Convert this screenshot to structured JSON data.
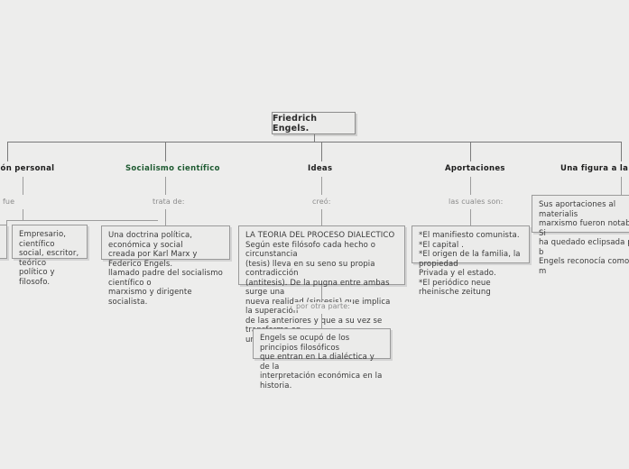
{
  "map": {
    "root": {
      "label": "Friedrich Engels."
    },
    "accent_green": "#1f5b32",
    "accent_dark": "#1c1c1c",
    "line_color": "#7a7a7a",
    "background": "#ededec",
    "box_fill": "#ebebea",
    "branches": [
      {
        "id": "informacion-personal",
        "title": "ción personal",
        "title_color": "dark",
        "relation": "fue",
        "body": "Empresario, científico\nsocial, escritor, teórico\npolítico y filosofo."
      },
      {
        "id": "socialismo-cientifico",
        "title": "Socialismo científico",
        "title_color": "green",
        "relation": "trata de:",
        "body": "Una doctrina política, económica y social\ncreada por Karl Marx y Federico Engels.\nllamado padre del socialismo científico o\nmarxismo y dirigente socialista."
      },
      {
        "id": "ideas",
        "title": "Ideas",
        "title_color": "dark",
        "relation": "creó:",
        "body": "LA TEORIA DEL PROCESO DIALECTICO\nSegún este filósofo cada hecho o circunstancia\n(tesis) lleva en su seno su propia contradicción\n(antitesis). De la pugna entre ambas surge una\nnueva realidad (sintesis) que implica la superación\nde las anteriores y que a su vez se transforma en\nuna nueva tesis.",
        "relation2": "por otra parte:",
        "body2": "Engels se ocupó de los principios filosóficos\nque entran en La dialéctica y de la\ninterpretación económica en la historia."
      },
      {
        "id": "aportaciones",
        "title": "Aportaciones",
        "title_color": "dark",
        "relation": "las cuales son:",
        "body": "*El manifiesto comunista.\n*El capital .\n*El origen de la familia, la propiedad\nPrivada y el estado.\n*El periódico neue rheinische zeitung"
      },
      {
        "id": "una-figura-a-la-sombra",
        "title": "Una figura a la so",
        "title_color": "dark",
        "relation": "",
        "body": "Sus aportaciones al materialis\nmarxismo fueron notables. Si\nha quedado eclipsada por la b\nEngels reconocía como una m"
      }
    ]
  }
}
